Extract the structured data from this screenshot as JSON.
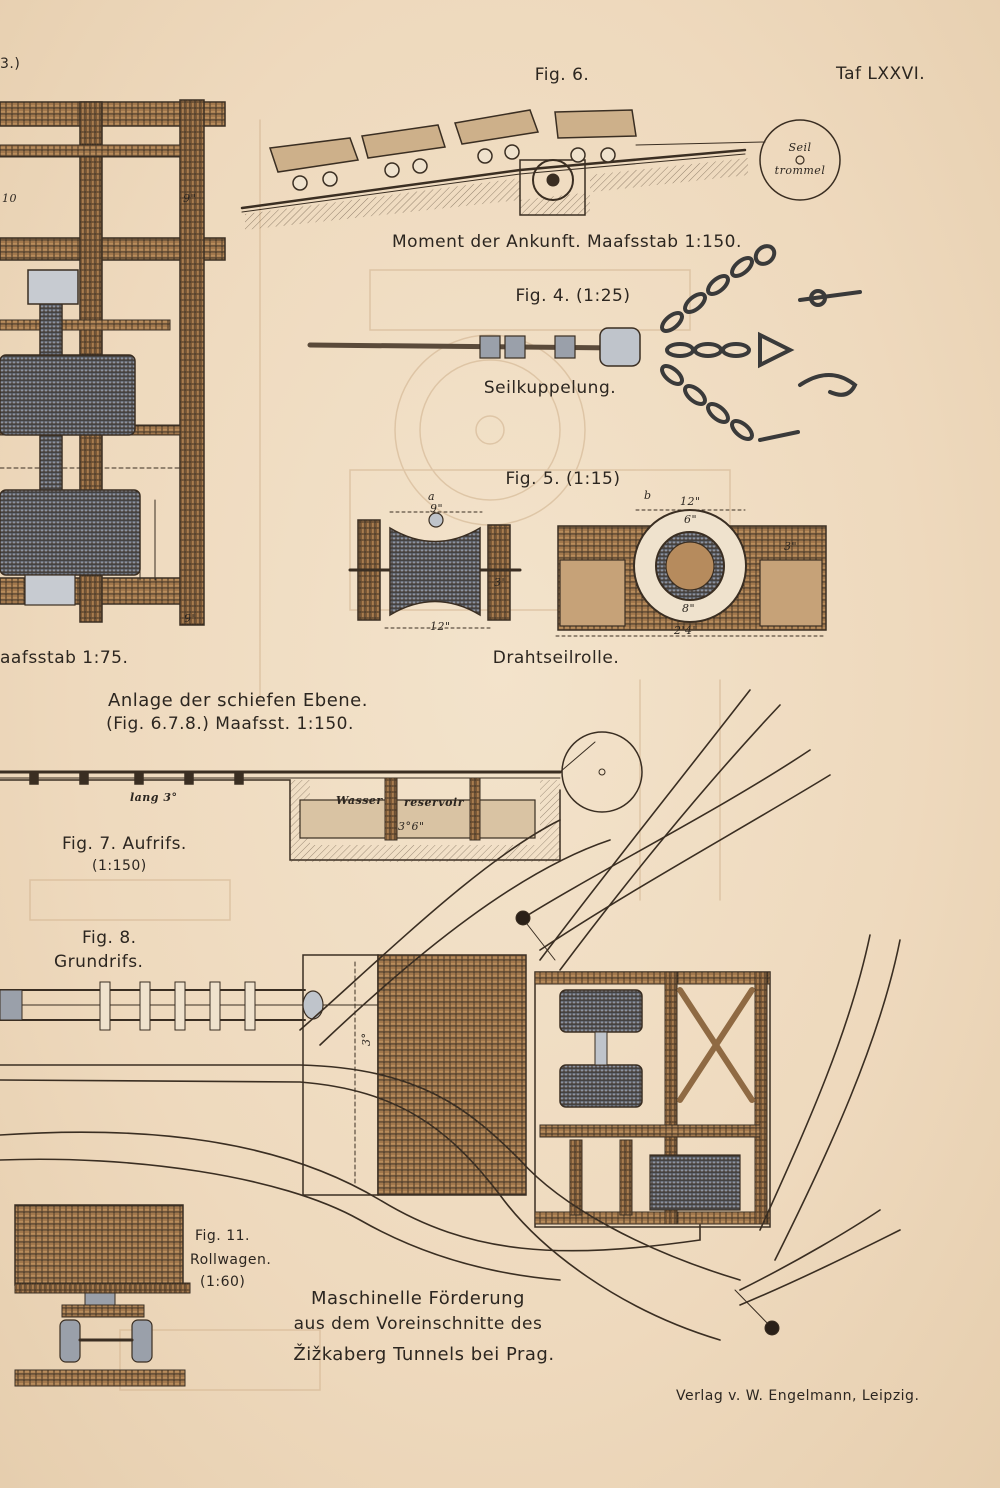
{
  "plate": {
    "corner_tl": "3.)",
    "plate_number": "Taf LXXVI.",
    "publisher": "Verlag v. W. Engelmann, Leipzig."
  },
  "fig6": {
    "title": "Fig. 6.",
    "caption": "Moment der Ankunft.  Maafsstab 1:150.",
    "drum_label_1": "Seil",
    "drum_label_2": "trommel"
  },
  "fig_left": {
    "scale": "aafsstab 1:75.",
    "dim_a": "10",
    "dim_b": "9\"",
    "dim_c": "9\""
  },
  "fig4": {
    "title": "Fig. 4. (1:25)",
    "caption": "Seilkuppelung."
  },
  "fig5": {
    "title": "Fig. 5. (1:15)",
    "caption": "Drahtseilrolle.",
    "dim_a_letter": "a",
    "dim_a": "9\"",
    "dim_3": "3\"",
    "dim_12_left": "12\"",
    "dim_b_letter": "b",
    "dim_12_right": "12\"",
    "dim_6": "6\"",
    "dim_8": "8\"",
    "dim_3_right": "3\"",
    "dim_24": "2'4\""
  },
  "section": {
    "title": "Anlage der schiefen Ebene.",
    "subtitle": "(Fig. 6.7.8.) Maafsst. 1:150."
  },
  "fig7": {
    "title": "Fig. 7. Aufrifs.",
    "scale": "(1:150)",
    "lang": "lang 3°",
    "wasser": "Wasser",
    "reservoir": "reservoir",
    "dim": "3°6\""
  },
  "fig8": {
    "title": "Fig. 8.",
    "subtitle": "Grundrifs.",
    "dim": "3°"
  },
  "fig11": {
    "title": "Fig. 11.",
    "subtitle": "Rollwagen.",
    "scale": "(1:60)"
  },
  "main_caption": {
    "line1": "Maschinelle Förderung",
    "line2": "aus dem Voreinschnitte des",
    "line3": "Žižkaberg Tunnels bei Prag."
  }
}
